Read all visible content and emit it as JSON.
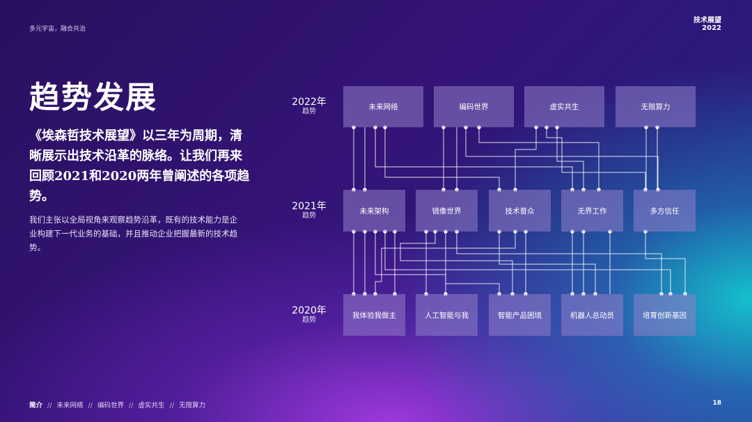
{
  "header": {
    "tagline": "多元宇宙，融合共治",
    "brand_line1": "技术展望",
    "brand_line2": "2022"
  },
  "title": "趋势发展",
  "lead": "《埃森哲技术展望》以三年为周期，清晰展示出技术沿革的脉络。让我们再来回顾2021和2020两年曾阐述的各项趋势。",
  "body": "我们主张以全局视角来观察趋势沿革，既有的技术能力是企业构建下一代业务的基础，并且推动企业把握最新的技术趋势。",
  "rows": [
    {
      "year": "2022年",
      "sub": "趋势",
      "items": [
        "未来网络",
        "编码世界",
        "虚实共生",
        "无限算力"
      ]
    },
    {
      "year": "2021年",
      "sub": "趋势",
      "items": [
        "未来架构",
        "镜像世界",
        "技术普众",
        "无界工作",
        "多方信任"
      ]
    },
    {
      "year": "2020年",
      "sub": "趋势",
      "items": [
        "我体验我做主",
        "人工智能与我",
        "智能产品困境",
        "机器人总动员",
        "培育创新基因"
      ]
    }
  ],
  "footer": {
    "current": "简介",
    "items": [
      "未来网络",
      "编码世界",
      "虚实共生",
      "无限算力"
    ],
    "separator": "//"
  },
  "page_number": "18"
}
